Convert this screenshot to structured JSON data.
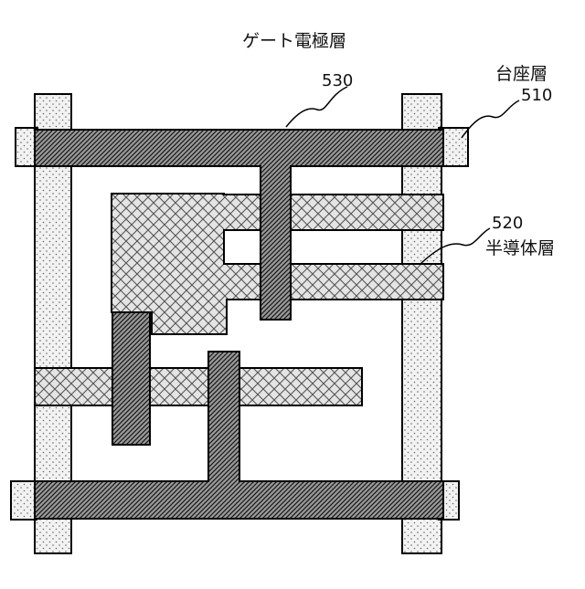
{
  "title": "ゲート電極層",
  "labels": {
    "gate_number": "530",
    "pedestal_name": "台座層",
    "pedestal_number": "510",
    "semiconductor_number": "520",
    "semiconductor_name": "半導体層"
  },
  "colors": {
    "pedestal_fill": "#f2f2f2",
    "pedestal_dots": "#6a6a6a",
    "semiconductor_fill": "#e4e4e4",
    "semiconductor_hatch": "#555555",
    "gate_fill": "#9a9a9a",
    "gate_hatch": "#1a1a1a",
    "outline": "#000000"
  }
}
